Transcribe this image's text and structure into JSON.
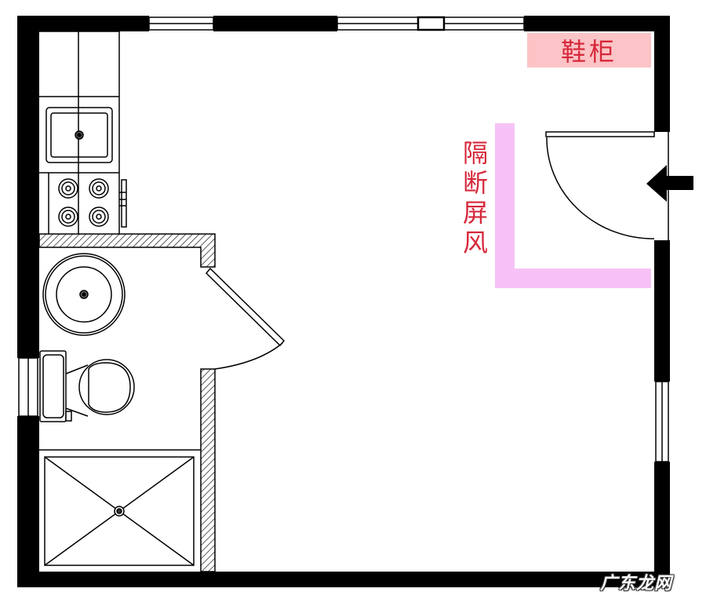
{
  "diagram": {
    "type": "floor-plan",
    "description": "Studio apartment floor plan with kitchen, bathroom, entrance door and partition screen",
    "colors": {
      "wall": "#000000",
      "hatch": "#333333",
      "label_text": "#d6283a",
      "shoe_cabinet_fill": "#fcc4c6",
      "partition_fill": "#f6c2f6"
    }
  },
  "labels": {
    "shoe_cabinet": "鞋柜",
    "partition_screen": [
      "隔",
      "断",
      "屏",
      "风"
    ]
  },
  "watermark": "广东龙网",
  "elements": {
    "entrance_arrow": "arrow-left-icon",
    "kitchen": [
      "sink",
      "stove-4-burners",
      "upper-cabinets"
    ],
    "bathroom": [
      "round-washbasin",
      "toilet",
      "shower-tray"
    ]
  }
}
